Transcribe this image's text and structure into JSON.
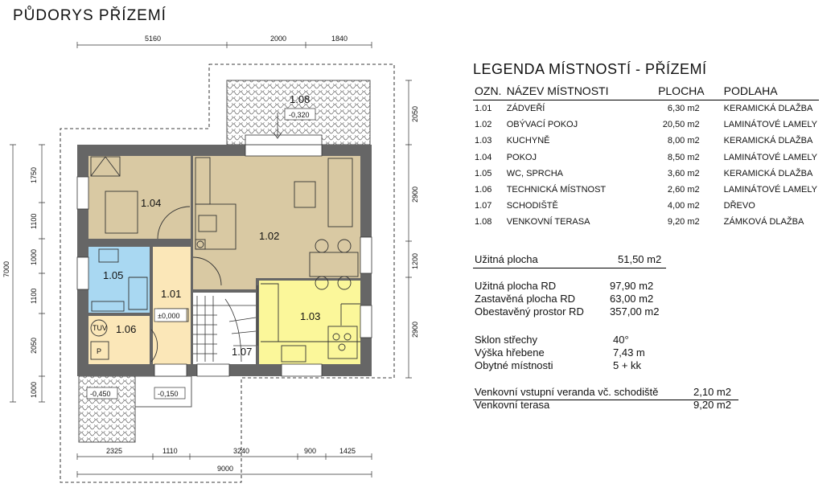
{
  "title": "PŮDORYS PŘÍZEMÍ",
  "plan": {
    "rooms": [
      {
        "id": "1.01"
      },
      {
        "id": "1.02"
      },
      {
        "id": "1.03"
      },
      {
        "id": "1.04"
      },
      {
        "id": "1.05"
      },
      {
        "id": "1.06"
      },
      {
        "id": "1.07"
      },
      {
        "id": "1.08"
      }
    ],
    "levels": {
      "terrace": "-0,320",
      "entry": "±0,000",
      "step1": "-0,450",
      "step2": "-0,150"
    },
    "fixture_labels": {
      "boiler": "TUV",
      "pump": "P"
    },
    "dims_top": [
      "5160",
      "2000",
      "1840"
    ],
    "dims_bottom": [
      "2325",
      "1110",
      "3240",
      "900",
      "1425"
    ],
    "dim_total_bottom": "9000",
    "dims_left": [
      "1750",
      "1100",
      "1000",
      "1100",
      "2050",
      "1000"
    ],
    "dim_total_left": "7000",
    "dims_right": [
      "2050",
      "2900",
      "1200",
      "2900"
    ]
  },
  "legend": {
    "title": "LEGENDA MÍSTNOSTÍ  -  PŘÍZEMÍ",
    "headers": {
      "code": "OZN.",
      "name": "NÁZEV MÍSTNOSTI",
      "area": "PLOCHA",
      "floor": "PODLAHA"
    },
    "rows": [
      {
        "code": "1.01",
        "name": "ZÁDVEŘÍ",
        "area": "6,30 m2",
        "floor": "KERAMICKÁ DLAŽBA"
      },
      {
        "code": "1.02",
        "name": "OBÝVACÍ POKOJ",
        "area": "20,50 m2",
        "floor": "LAMINÁTOVÉ LAMELY"
      },
      {
        "code": "1.03",
        "name": "KUCHYNĚ",
        "area": "8,00 m2",
        "floor": "KERAMICKÁ DLAŽBA"
      },
      {
        "code": "1.04",
        "name": "POKOJ",
        "area": "8,50 m2",
        "floor": "LAMINÁTOVÉ LAMELY"
      },
      {
        "code": "1.05",
        "name": "WC, SPRCHA",
        "area": "3,60 m2",
        "floor": "KERAMICKÁ DLAŽBA"
      },
      {
        "code": "1.06",
        "name": "TECHNICKÁ MÍSTNOST",
        "area": "2,60 m2",
        "floor": "LAMINÁTOVÉ LAMELY"
      },
      {
        "code": "1.07",
        "name": "SCHODIŠTĚ",
        "area": "4,00 m2",
        "floor": "DŘEVO"
      },
      {
        "code": "1.08",
        "name": "VENKOVNÍ TERASA",
        "area": "9,20 m2",
        "floor": "ZÁMKOVÁ DLAŽBA"
      }
    ]
  },
  "stats": {
    "usable_floor": {
      "label": "Užitná plocha",
      "value": "51,50 m2"
    },
    "house": [
      {
        "label": "Užitná plocha RD",
        "value": "97,90 m2"
      },
      {
        "label": "Zastavěná plocha RD",
        "value": "63,00 m2"
      },
      {
        "label": "Obestavěný prostor RD",
        "value": "357,00 m2"
      }
    ],
    "roof": [
      {
        "label": "Sklon střechy",
        "value": "40°"
      },
      {
        "label": "Výška hřebene",
        "value": "7,43 m"
      },
      {
        "label": "Obytné místnosti",
        "value": "5 + kk"
      }
    ],
    "outdoor": [
      {
        "label": "Venkovní vstupní veranda vč. schodiště",
        "value": "2,10 m2"
      },
      {
        "label": "Venkovní terasa",
        "value": "9,20 m2"
      }
    ]
  },
  "colors": {
    "room_104": "#d9c9a3",
    "room_102": "#d9c9a3",
    "room_105": "#a9d8f2",
    "room_101": "#fbe7b8",
    "room_106": "#fbe7b8",
    "room_103": "#fbf79a",
    "stairs": "#ffffff",
    "wall": "#555555"
  }
}
